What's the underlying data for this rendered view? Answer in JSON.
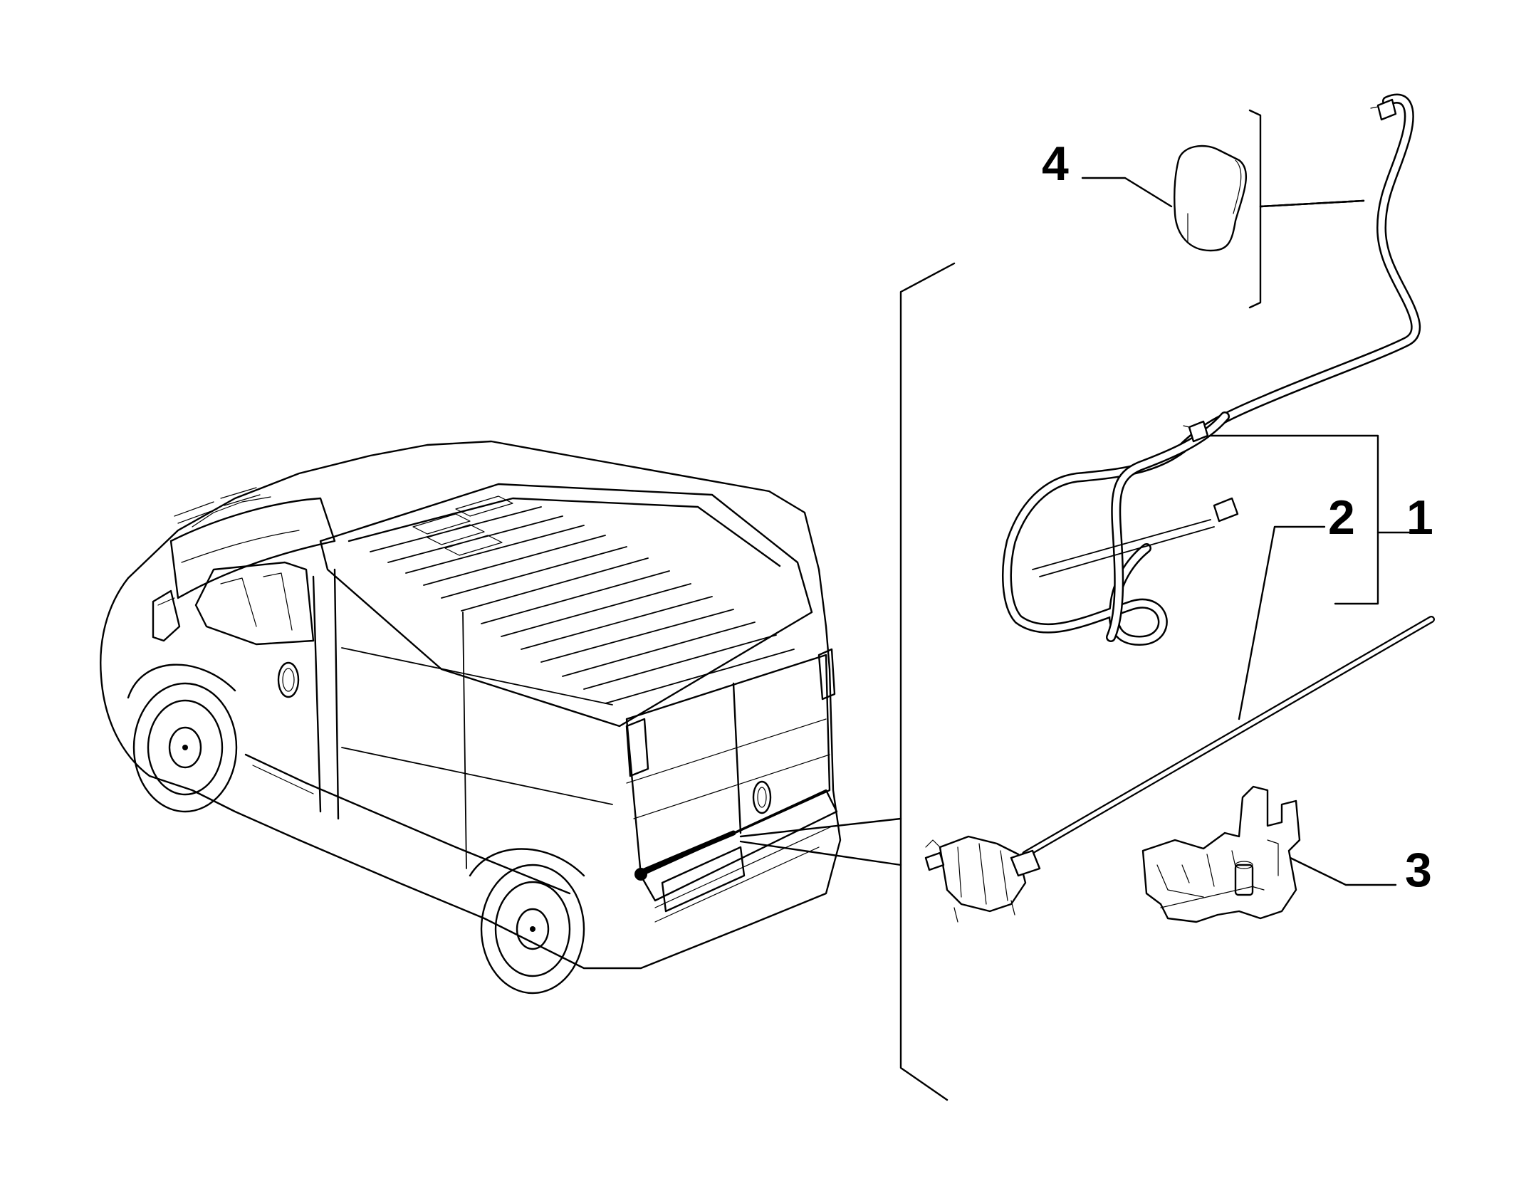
{
  "callouts": [
    {
      "id": "1",
      "label": "1"
    },
    {
      "id": "2",
      "label": "2"
    },
    {
      "id": "3",
      "label": "3"
    },
    {
      "id": "4",
      "label": "4"
    }
  ],
  "colors": {
    "line": "#000000",
    "background": "#ffffff"
  },
  "components": [
    {
      "name": "van-body"
    },
    {
      "name": "antenna-cover"
    },
    {
      "name": "wiring-harness"
    },
    {
      "name": "camera-rod-with-connector"
    },
    {
      "name": "mounting-bracket"
    }
  ]
}
